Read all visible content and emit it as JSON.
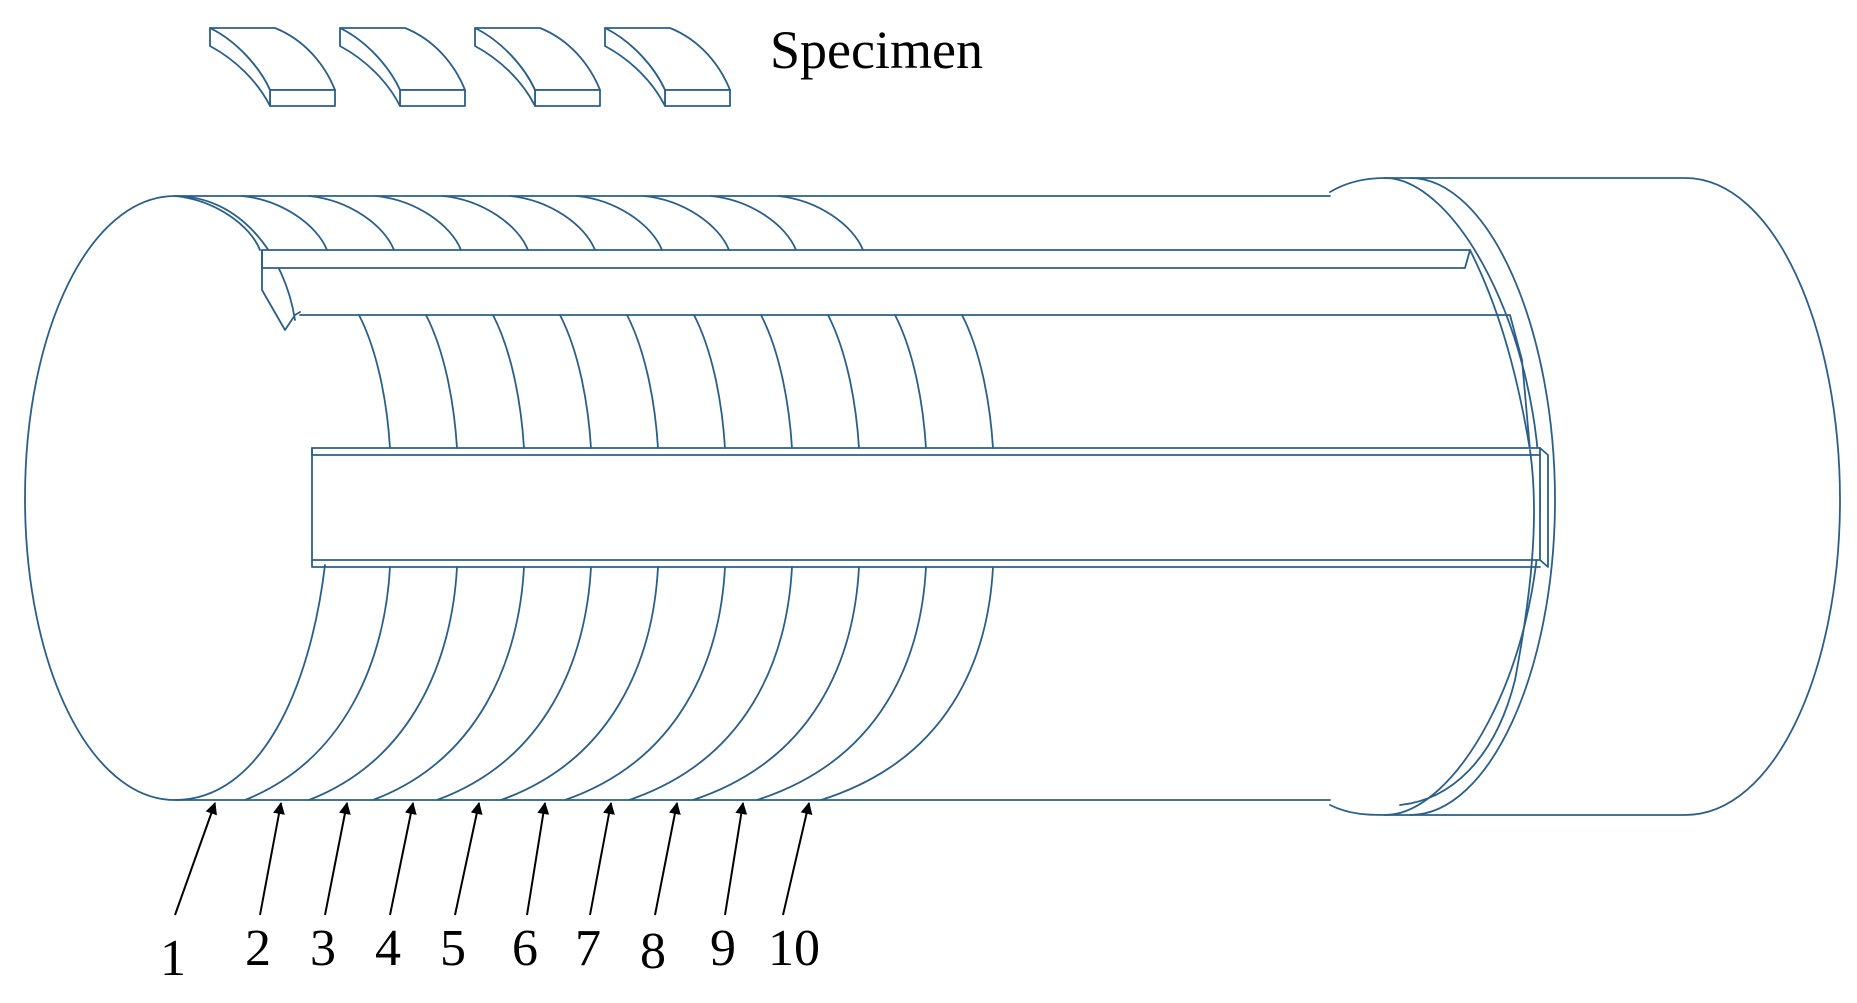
{
  "specimen_label": "Specimen",
  "specimen_count": 4,
  "position_labels": [
    "1",
    "2",
    "3",
    "4",
    "5",
    "6",
    "7",
    "8",
    "9",
    "10"
  ],
  "colors": {
    "outline": "#2a5f8a",
    "text": "#000000",
    "arrow": "#000000",
    "background": "#ffffff"
  }
}
